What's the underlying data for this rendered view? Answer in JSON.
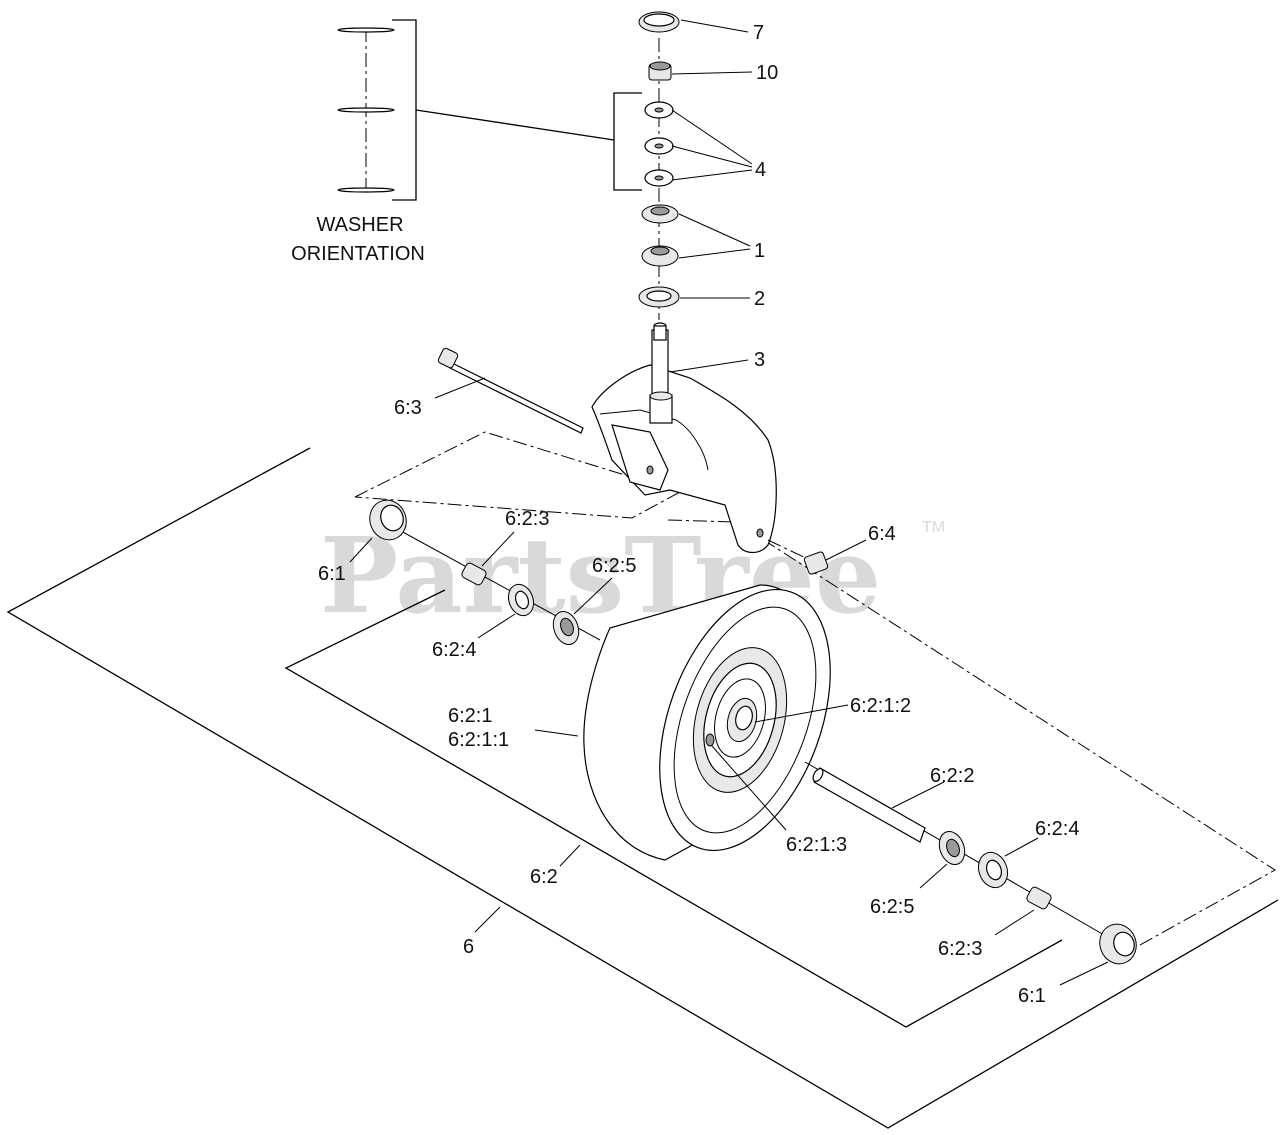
{
  "watermark": {
    "text": "PartsTree",
    "trademark": "TM"
  },
  "washer_orientation": {
    "line1": "WASHER",
    "line2": "ORIENTATION"
  },
  "callouts": {
    "c7": "7",
    "c10": "10",
    "c4": "4",
    "c1": "1",
    "c2": "2",
    "c3": "3",
    "c6_3": "6:3",
    "c6_4": "6:4",
    "c6_1_left": "6:1",
    "c6_2_3_left": "6:2:3",
    "c6_2_5_left": "6:2:5",
    "c6_2_4_left": "6:2:4",
    "c6_2_1": "6:2:1",
    "c6_2_1_1": "6:2:1:1",
    "c6_2_1_2": "6:2:1:2",
    "c6_2_1_3": "6:2:1:3",
    "c6_2_2": "6:2:2",
    "c6_2_4_right": "6:2:4",
    "c6_2_5_right": "6:2:5",
    "c6_2_3_right": "6:2:3",
    "c6_1_right": "6:1",
    "c6_2": "6:2",
    "c6": "6"
  }
}
